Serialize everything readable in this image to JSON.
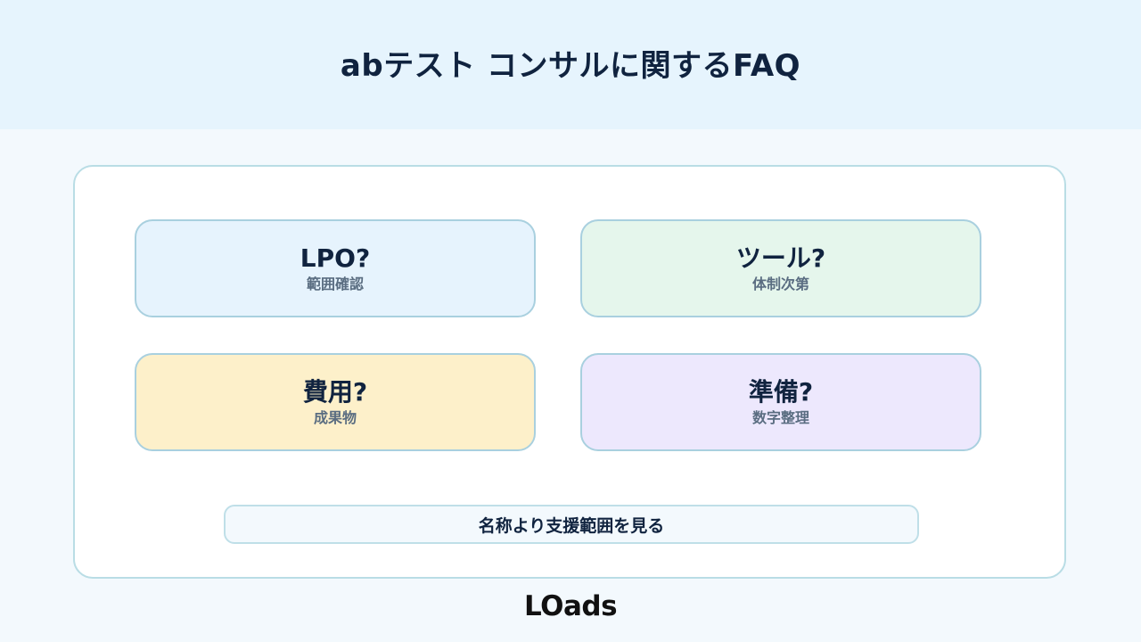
{
  "header": {
    "title": "abテスト コンサルに関するFAQ"
  },
  "faq": {
    "items": [
      {
        "question": "LPO?",
        "answer": "範囲確認",
        "color": "#e6f3fd"
      },
      {
        "question": "ツール?",
        "answer": "体制次第",
        "color": "#e5f6ec"
      },
      {
        "question": "費用?",
        "answer": "成果物",
        "color": "#fdf0ca"
      },
      {
        "question": "準備?",
        "answer": "数字整理",
        "color": "#ede8fd"
      }
    ]
  },
  "cta": {
    "label": "名称より支援範囲を見る"
  },
  "footer": {
    "logo_text": "LOads"
  }
}
